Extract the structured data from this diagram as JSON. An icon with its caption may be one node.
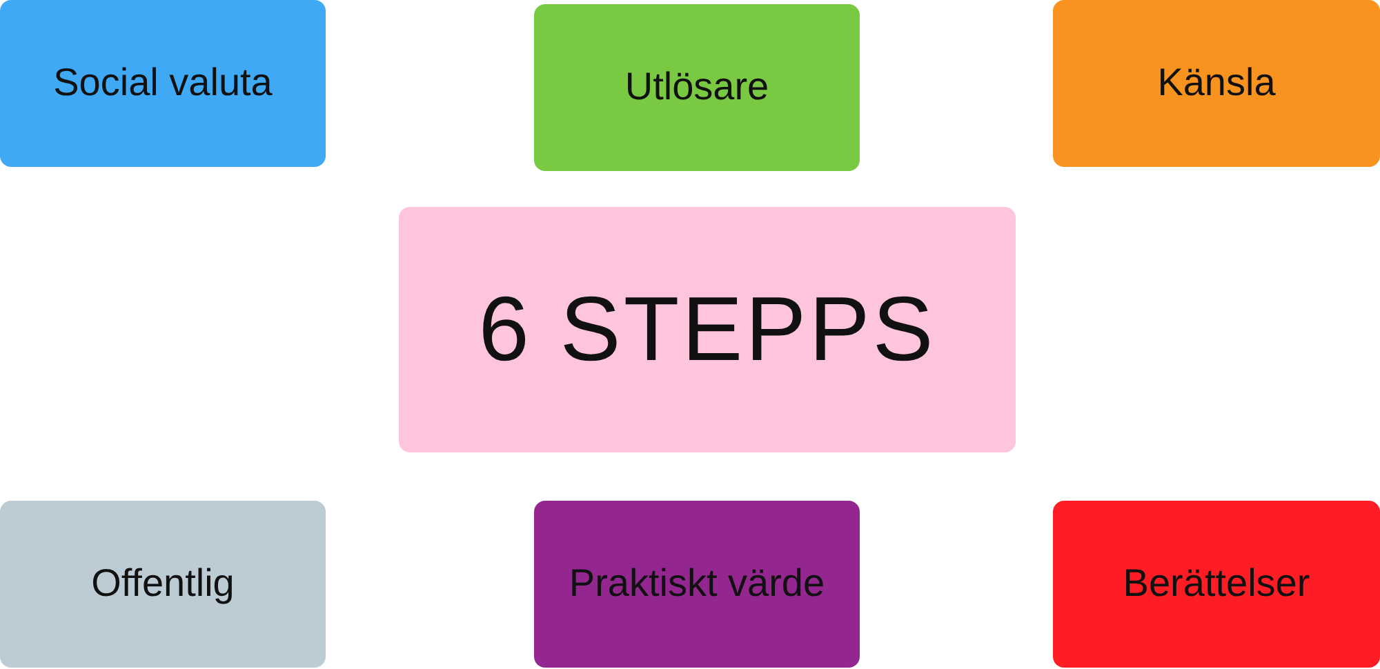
{
  "diagram": {
    "nodes": [
      {
        "text": [
          "Social valuta"
        ]
      },
      {
        "text": [
          "Utlösare"
        ]
      },
      {
        "text": [
          "Känsla"
        ]
      },
      {
        "text": [
          "6 STEPPS"
        ]
      },
      {
        "text": [
          "Offentlig"
        ]
      },
      {
        "text": [
          "Praktiskt värde"
        ]
      },
      {
        "text": [
          "Berättelser"
        ]
      }
    ]
  }
}
